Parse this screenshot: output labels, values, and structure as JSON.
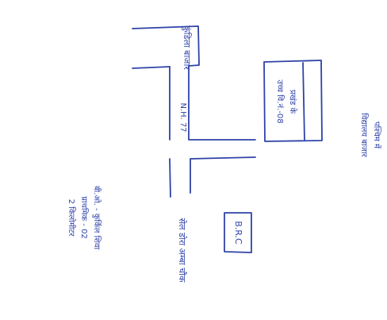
{
  "labels": {
    "top_place": "कुंडिला बाजार",
    "highway": "N.H. 77",
    "school_line1": "प्रखंड के",
    "school_line2": "उच्च वि.नं.-08",
    "right_line1": "पश्चिम में",
    "right_line2": "विद्यालय बाजार",
    "brc": "B.R.C",
    "left_line1": "बी.ओ. - कुर्किल शिवा",
    "left_line2": "प्राथमिक - 02",
    "left_line3": "2 किलोमीटर",
    "bottom_road": "सेल डोरा अम्बा चौक"
  },
  "colors": {
    "ink": "#2f43a8",
    "paper": "#ffffff"
  }
}
